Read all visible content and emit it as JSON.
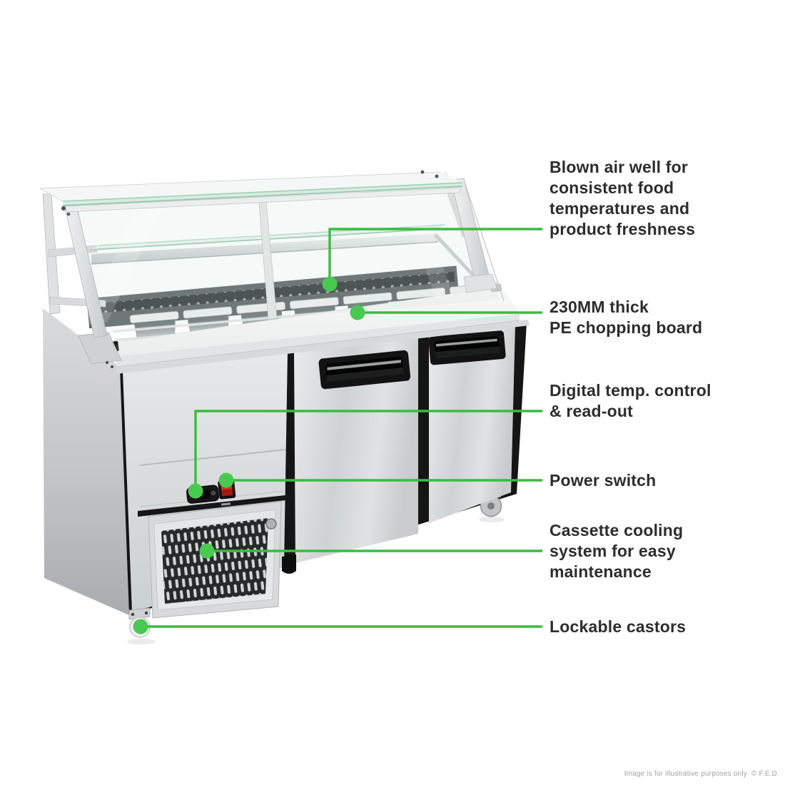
{
  "colors": {
    "accent_green": "#3CBB43",
    "dot_green": "#47CA4F",
    "label_text": "#2d2d2d",
    "footer_text": "#a2a2a2"
  },
  "callouts": [
    {
      "name": "blown-air-well",
      "lines": [
        "Blown air well for",
        "consistent food",
        "temperatures and",
        "product freshness"
      ]
    },
    {
      "name": "chopping-board",
      "lines": [
        "230MM thick",
        "PE chopping board"
      ]
    },
    {
      "name": "digital-temp-control",
      "lines": [
        "Digital temp. control",
        "& read-out"
      ]
    },
    {
      "name": "power-switch",
      "lines": [
        "Power switch"
      ]
    },
    {
      "name": "cassette-cooling",
      "lines": [
        "Cassette cooling",
        "system for easy",
        "maintenance"
      ]
    },
    {
      "name": "lockable-castors",
      "lines": [
        "Lockable castors"
      ]
    }
  ],
  "footer": {
    "disclaimer": "Image is for illustrative purposes only",
    "brand": "© F.E.D."
  }
}
